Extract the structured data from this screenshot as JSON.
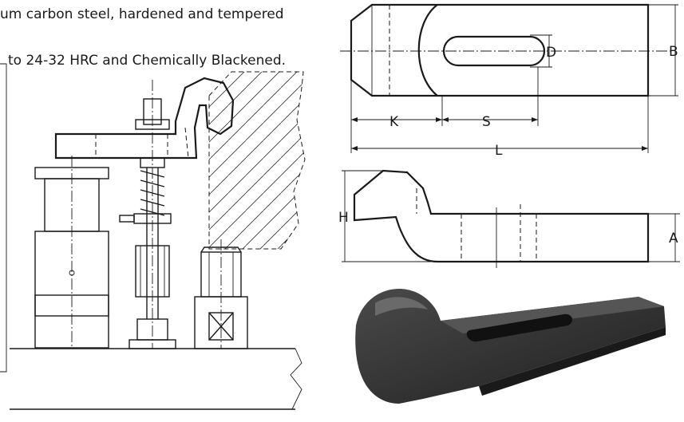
{
  "description": {
    "line1": "um carbon steel, hardened and tempered",
    "line2": "to 24-32 HRC and Chemically Blackened."
  },
  "dimensions": {
    "B": "B",
    "D": "D",
    "K": "K",
    "S": "S",
    "L": "L",
    "H": "H",
    "A": "A"
  },
  "colors": {
    "line": "#1a1a1a",
    "photo_body": "#2b2b2b",
    "photo_highlight": "#5a5a5a"
  }
}
